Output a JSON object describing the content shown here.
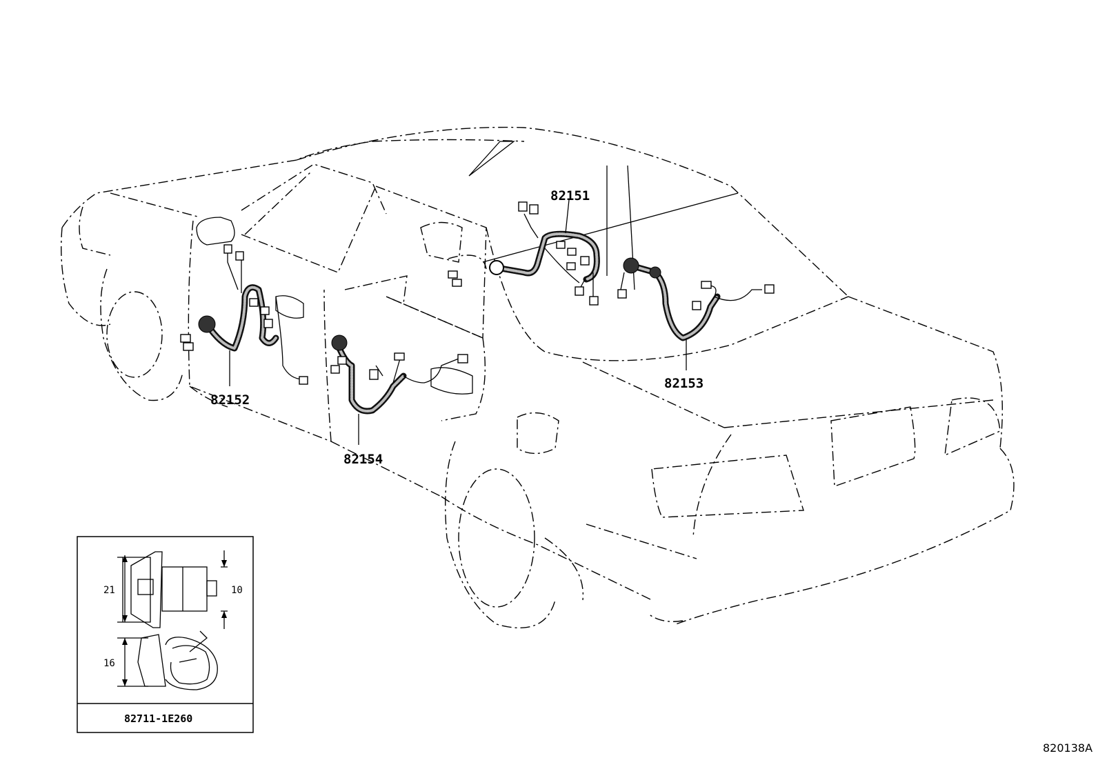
{
  "callouts": {
    "c82151": "82151",
    "c82152": "82152",
    "c82153": "82153",
    "c82154": "82154"
  },
  "inset": {
    "dim_21": "21",
    "dim_10": "10",
    "dim_16": "16",
    "part_number": "82711-1E260"
  },
  "figure_id": "820138A"
}
